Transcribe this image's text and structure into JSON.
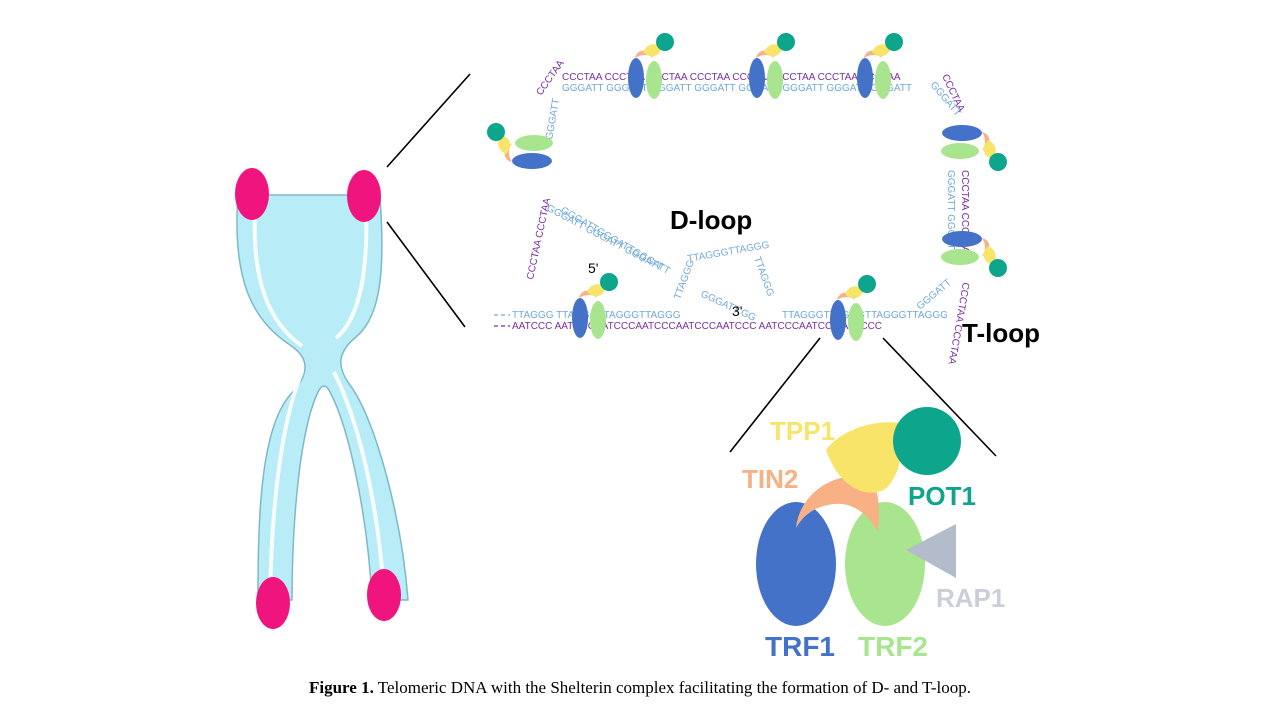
{
  "labels": {
    "d_loop": "D-loop",
    "t_loop": "T-loop",
    "five_prime": "5'",
    "three_prime": "3'"
  },
  "proteins": {
    "tpp1": "TPP1",
    "tin2": "TIN2",
    "pot1": "POT1",
    "rap1": "RAP1",
    "trf1": "TRF1",
    "trf2": "TRF2"
  },
  "sequences": {
    "c_strand": "CCCTAA",
    "g_strand": "GGGATT",
    "bottom_g_left": "TTAGGG TTAGGGTTAGGGTTAGGG",
    "bottom_c": "AATCCC AATCCCAATCCCAATCCCAATCCCAATCCC AATCCCAATCCC AATCCC",
    "bottom_g_right": "TTAGGGTTAGGGTTAGGGTTAGGG",
    "overhang": "TTAGGGTTAGGGTTAGGGTTAGGG",
    "d_loop_strand": "GGGATTGGGATTGGGATT"
  },
  "caption": {
    "label": "Figure 1.",
    "text": "Telomeric DNA with the Shelterin complex facilitating the formation of D- and T-loop."
  },
  "colors": {
    "chromosome": "#b8ecf7",
    "telomere_cap": "#f0147f",
    "trf1": "#4472c8",
    "trf2": "#a9e58f",
    "tin2": "#f7b184",
    "tpp1": "#f9e46a",
    "pot1": "#0da58b",
    "rap1": "#b4bccb",
    "c_strand": "#7a2ea0",
    "g_strand": "#6fa9d8"
  }
}
